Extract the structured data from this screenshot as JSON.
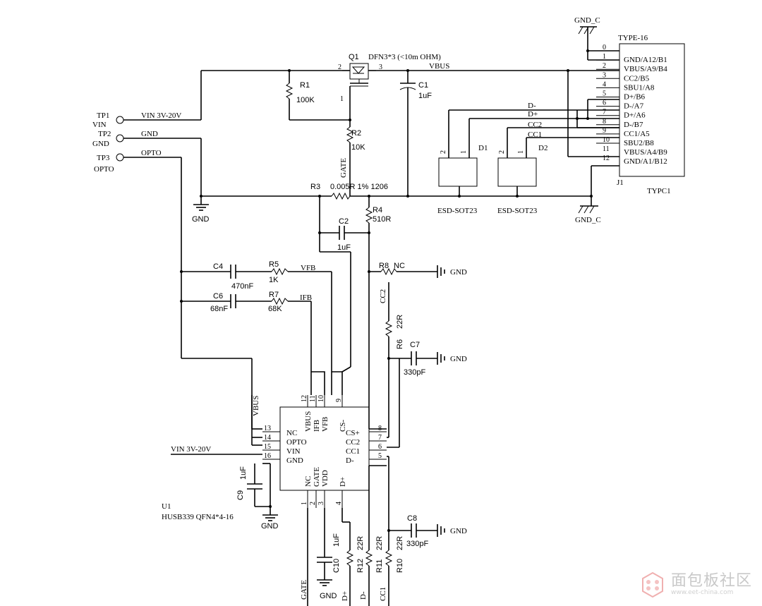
{
  "connector": {
    "ref": "J1",
    "name": "TYPE-16",
    "value": "TYPC1",
    "pin_numbers": [
      "0",
      "1",
      "2",
      "3",
      "4",
      "5",
      "6",
      "7",
      "8",
      "9",
      "10",
      "11",
      "12"
    ],
    "pin_names": [
      "GND/A12/B1",
      "VBUS/A9/B4",
      "CC2/B5",
      "SBU1/A8",
      "D+/B6",
      "D-/A7",
      "D+/A6",
      "D-/B7",
      "CC1/A5",
      "SBU2/B8",
      "VBUS/A4/B9",
      "GND/A1/B12"
    ]
  },
  "nets": {
    "gnd_c": "GND_C",
    "vbus": "VBUS",
    "vin": "VIN 3V-20V",
    "gnd": "GND",
    "opto": "OPTO",
    "gate": "GATE",
    "vfb": "VFB",
    "ifb": "IFB",
    "dminus": "D-",
    "dplus": "D+",
    "cc2": "CC2",
    "cc1": "CC1"
  },
  "testpoints": [
    {
      "ref": "TP1",
      "label": "VIN"
    },
    {
      "ref": "TP2",
      "label": "GND"
    },
    {
      "ref": "TP3",
      "label": "OPTO"
    }
  ],
  "q1": {
    "ref": "Q1",
    "desc": "DFN3*3 (<10m OHM)",
    "pins": [
      "2",
      "3",
      "1"
    ]
  },
  "parts": {
    "r1": {
      "ref": "R1",
      "value": "100K"
    },
    "r2": {
      "ref": "R2",
      "value": "10K"
    },
    "r3": {
      "ref": "R3",
      "value": "0.005R 1% 1206"
    },
    "r4": {
      "ref": "R4",
      "value": "510R"
    },
    "r5": {
      "ref": "R5",
      "value": "1K"
    },
    "r6": {
      "ref": "R6",
      "value": "22R"
    },
    "r7": {
      "ref": "R7",
      "value": "68K"
    },
    "r8": {
      "ref": "R8",
      "value": "NC"
    },
    "r10": {
      "ref": "R10",
      "value": "22R"
    },
    "r11": {
      "ref": "R11",
      "value": "22R"
    },
    "r12": {
      "ref": "R12",
      "value": "22R"
    },
    "c1": {
      "ref": "C1",
      "value": "1uF"
    },
    "c2": {
      "ref": "C2",
      "value": "1uF"
    },
    "c4": {
      "ref": "C4",
      "value": "470nF"
    },
    "c6": {
      "ref": "C6",
      "value": "68nF"
    },
    "c7": {
      "ref": "C7",
      "value": "330pF"
    },
    "c8": {
      "ref": "C8",
      "value": "330pF"
    },
    "c9": {
      "ref": "C9",
      "value": "1uF"
    },
    "c10": {
      "ref": "C10",
      "value": "1uF"
    }
  },
  "esd": [
    {
      "ref": "D1",
      "value": "ESD-SOT23",
      "pin_a": "2",
      "pin_b": "1"
    },
    {
      "ref": "D2",
      "value": "ESD-SOT23",
      "pin_a": "2",
      "pin_b": "1"
    }
  ],
  "u1": {
    "ref": "U1",
    "value": "HUSB339 QFN4*4-16",
    "left": [
      {
        "num": "13",
        "name": "NC"
      },
      {
        "num": "14",
        "name": "OPTO"
      },
      {
        "num": "15",
        "name": "VIN"
      },
      {
        "num": "16",
        "name": "GND"
      }
    ],
    "right": [
      {
        "num": "8",
        "name": "CS+"
      },
      {
        "num": "7",
        "name": "CC2"
      },
      {
        "num": "6",
        "name": "CC1"
      },
      {
        "num": "5",
        "name": "D-"
      }
    ],
    "top": [
      {
        "num": "12",
        "name": "VBUS"
      },
      {
        "num": "11",
        "name": "IFB"
      },
      {
        "num": "10",
        "name": "VFB"
      },
      {
        "num": "9",
        "name": "CS-"
      }
    ],
    "bottom": [
      {
        "num": "1",
        "name": "NC"
      },
      {
        "num": "2",
        "name": "GATE"
      },
      {
        "num": "3",
        "name": "VDD"
      },
      {
        "num": "4",
        "name": "D+"
      }
    ]
  },
  "watermark": {
    "text": "面包板社区",
    "url": "www.eet-china.com"
  }
}
